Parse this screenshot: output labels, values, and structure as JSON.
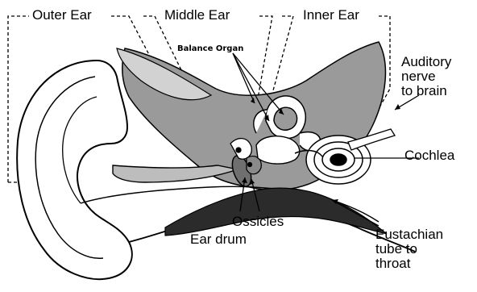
{
  "regions": {
    "outer_ear": "Outer Ear",
    "middle_ear": "Middle Ear",
    "inner_ear": "Inner Ear"
  },
  "labels": {
    "balance_organ": "Balance Organ",
    "auditory_nerve": [
      "Auditory",
      "nerve",
      "to brain"
    ],
    "cochlea": "Cochlea",
    "ossicles": "Ossicles",
    "ear_drum": "Ear drum",
    "eustachian": [
      "Eustachian",
      "tube to",
      "throat"
    ]
  },
  "colors": {
    "ink": "#000000",
    "tissue_gray": "#9a9a9a",
    "light_gray": "#d2d2d2",
    "canal_gray": "#bdbdbd",
    "background": "#ffffff"
  }
}
